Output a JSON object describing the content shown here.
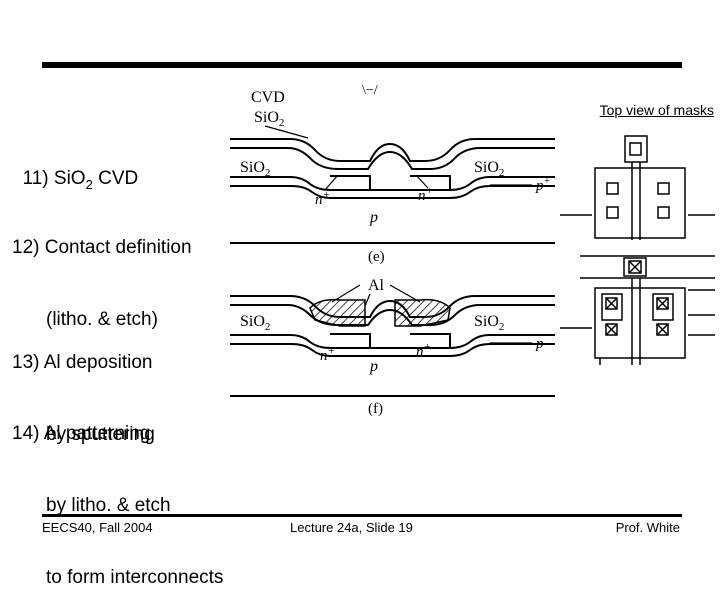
{
  "slide": {
    "steps": [
      {
        "parts": [
          "11) SiO",
          "2",
          " CVD"
        ]
      },
      {
        "lines": [
          "12) Contact definition",
          "(litho. & etch)"
        ]
      },
      {
        "lines": [
          "13) Al deposition",
          "by sputtering"
        ]
      },
      {
        "lines": [
          "14) Al patterning",
          "by litho. & etch",
          "to form interconnects"
        ]
      }
    ],
    "mask_label": "Top view of masks",
    "diagram": {
      "cvd": "CVD",
      "sio2_main": "SiO",
      "sio2_sub": "2",
      "n_plus": "n",
      "plus": "+",
      "p": "p",
      "p_plus": "p",
      "label_e": "(e)",
      "label_f": "(f)",
      "al": "Al",
      "fragment": "\\−/"
    },
    "footer": {
      "left": "EECS40, Fall 2004",
      "center": "Lecture 24a, Slide 19",
      "right": "Prof. White"
    }
  }
}
